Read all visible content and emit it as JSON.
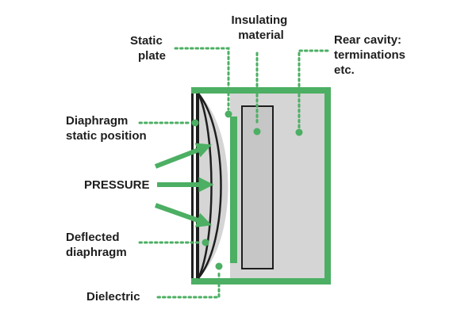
{
  "colors": {
    "accent": "#4caf63",
    "housing_fill": "#d5d5d5",
    "insulator_fill": "#c6c6c6",
    "outline": "#1e1e1e",
    "background": "#ffffff"
  },
  "labels": {
    "static_plate": [
      "Static",
      "plate"
    ],
    "insulating_material": [
      "Insulating",
      "material"
    ],
    "rear_cavity": [
      "Rear cavity:",
      "terminations",
      "etc."
    ],
    "diaphragm_static": [
      "Diaphragm",
      "static position"
    ],
    "pressure": "PRESSURE",
    "deflected_diaphragm": [
      "Deflected",
      "diaphragm"
    ],
    "dielectric": "Dielectric"
  }
}
